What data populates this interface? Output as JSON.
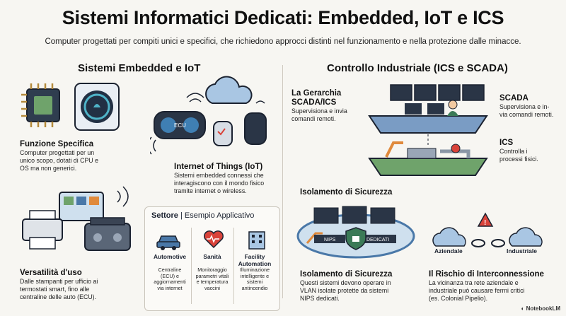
{
  "header": {
    "title": "Sistemi Informatici Dedicati: Embedded, IoT e ICS",
    "subtitle": "Computer progettati per compiti unici e specifici, che richiedono approcci distinti nel funzionamento e nella protezione dalle minacce."
  },
  "left": {
    "heading": "Sistemi Embedded e IoT",
    "funzione": {
      "title": "Funzione Specifica",
      "text": [
        "Computer progettati per un",
        "unico scopo, dotati di CPU e",
        "OS ma non generici."
      ]
    },
    "iot": {
      "title": "Internet of Things (IoT)",
      "text": [
        "Sistemi embedded connessi che",
        "interagiscono con il mondo fisico",
        "tramite internet o wireless."
      ],
      "ecu_label": "ECU"
    },
    "versatilita": {
      "title": "Versatilità d'uso",
      "text": [
        "Dalle stampanti per ufficio ai",
        "termostati smart, fino alle",
        "centraline delle auto (ECU)."
      ]
    },
    "table": {
      "header_bold": "Settore",
      "header_sep": "|",
      "header_rest": "Esempio Applicativo",
      "columns": [
        {
          "title": [
            "Automotive"
          ],
          "text": [
            "Centraline",
            "(ECU) e",
            "aggiornamenti",
            "via internet"
          ]
        },
        {
          "title": [
            "Sanità"
          ],
          "text": [
            "Monitoraggio",
            "parametri vitali",
            "e temperatura",
            "vaccini"
          ]
        },
        {
          "title": [
            "Facility",
            "Automation"
          ],
          "text": [
            "Illuminazione",
            "intelligente e",
            "sistemi",
            "antincendio"
          ]
        }
      ]
    }
  },
  "right": {
    "heading": "Controllo Industriale (ICS e SCADA)",
    "gerarchia": {
      "title": [
        "La Gerarchia",
        "SCADA/ICS"
      ],
      "text": [
        "Supervisiona e invia",
        "comandi remoti."
      ]
    },
    "scada": {
      "title": "SCADA",
      "text": [
        "Supervisiona e in-",
        "via comandi remoti."
      ]
    },
    "ics": {
      "title": "ICS",
      "text": [
        "Controlla i",
        "processi fisici."
      ]
    },
    "isolamento_top": "Isolamento di Sicurezza",
    "isolamento": {
      "title": "Isolamento di Sicurezza",
      "text": [
        "Questi sistemi devono operare in",
        "VLAN isolate protette da sistemi",
        "NIPS dedicati."
      ],
      "tag_left": "NIPS",
      "tag_right": "DEDICATI"
    },
    "rischio": {
      "title": "Il Rischio di Interconnessione",
      "text": [
        "La vicinanza tra rete aziendale e",
        "industriale può causare fermi critici",
        "(es. Colonial Pipelio)."
      ],
      "label_left": "Aziendale",
      "label_right": "Industriale"
    }
  },
  "footer": "NotebookLM",
  "colors": {
    "accent_blue": "#4a78a8",
    "light_blue": "#a9c6e3",
    "danger_red": "#d9433a",
    "green": "#6fa36b",
    "orange": "#e08a3c"
  }
}
